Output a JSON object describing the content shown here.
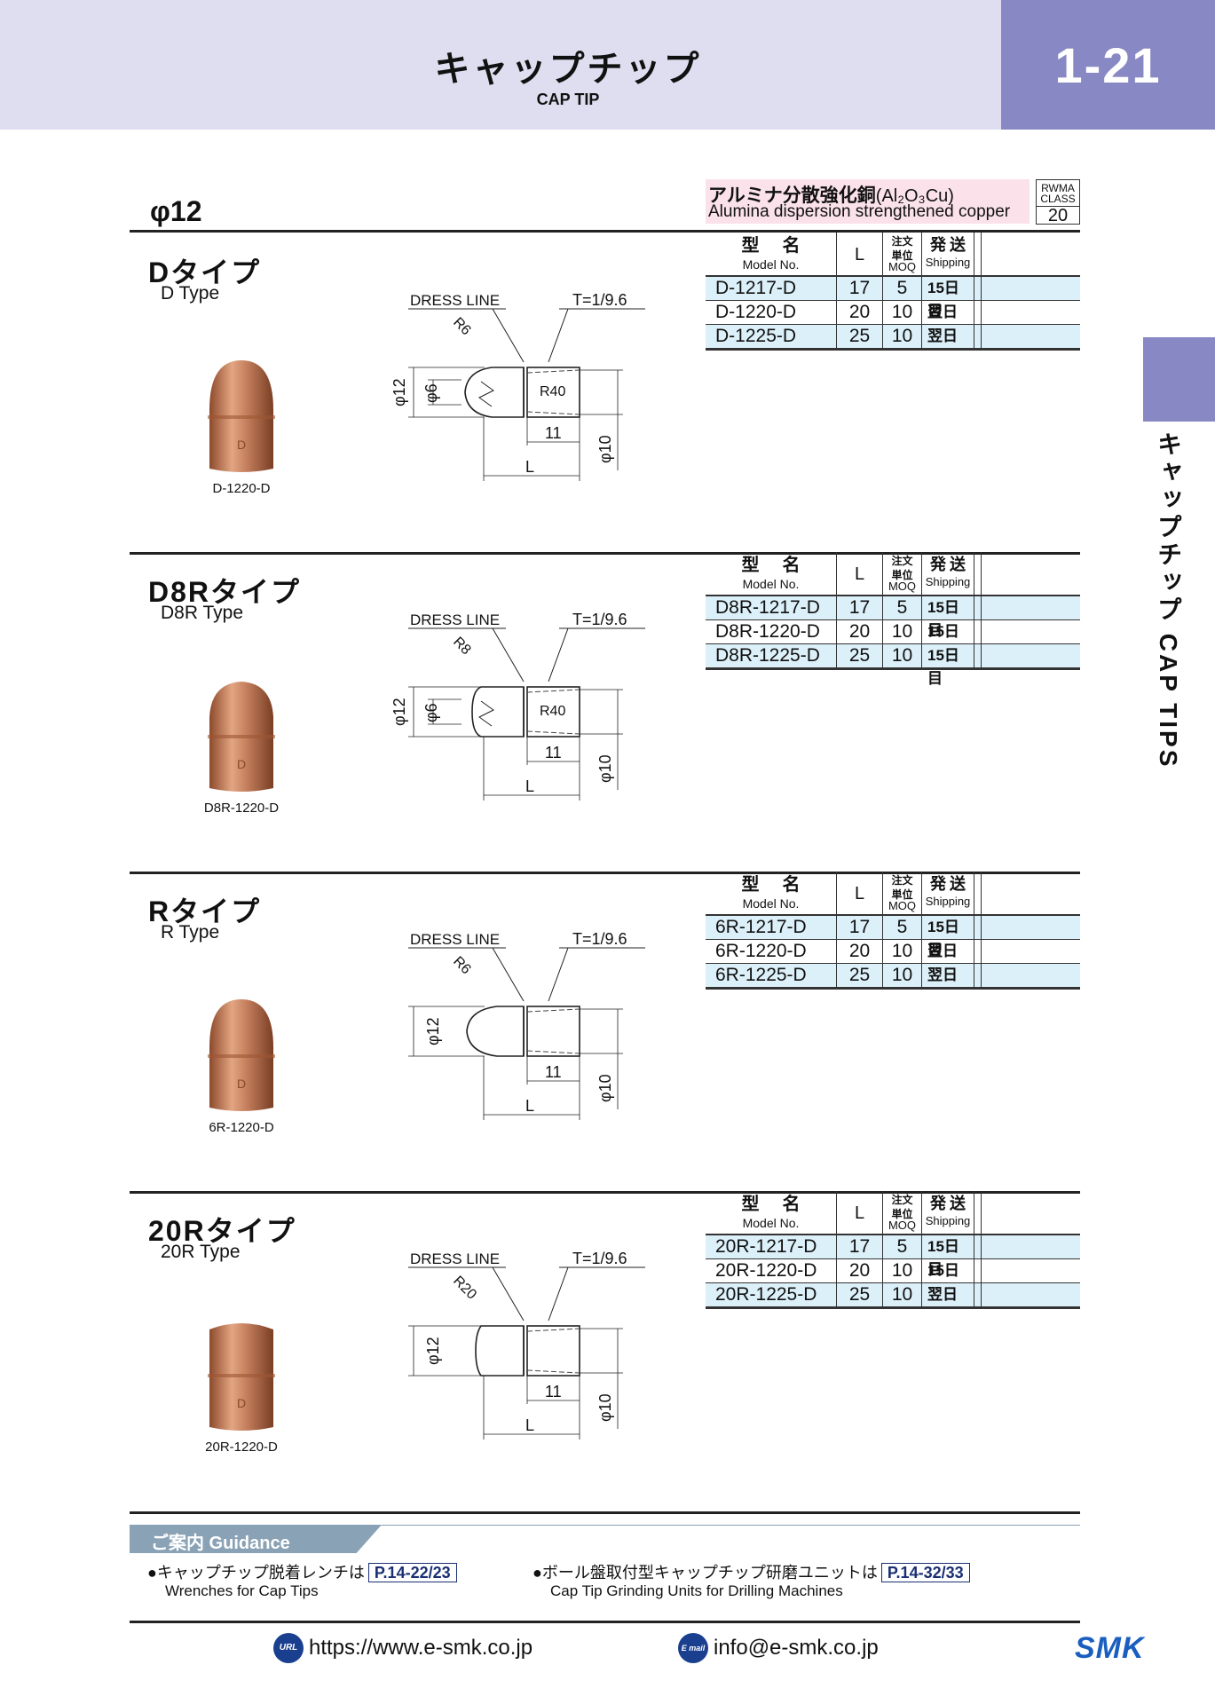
{
  "header": {
    "title_jp": "キャップチップ",
    "title_en": "CAP TIP",
    "page_number": "1-21"
  },
  "side_tab": {
    "label": "キャップチップ CAP TIPS"
  },
  "material": {
    "name_jp_prefix": "アルミナ分散強化銅",
    "formula": "(Al₂O₃Cu)",
    "name_en": "Alumina dispersion strengthened copper",
    "rwma_label_1": "RWMA",
    "rwma_label_2": "CLASS",
    "rwma_class": "20"
  },
  "diameter_heading": "φ12",
  "table_header": {
    "model_jp": "型名",
    "model_en": "Model No.",
    "l": "L",
    "moq_jp_1": "注文",
    "moq_jp_2": "単位",
    "moq_en": "MOQ",
    "ship_jp": "発送",
    "ship_en": "Shipping"
  },
  "drawing_labels": {
    "dress_line": "DRESS LINE",
    "taper": "T=1/9.6",
    "r40": "R40",
    "phi12": "φ12",
    "phi6": "φ6",
    "phi10": "φ10",
    "dim11": "11",
    "dimL": "L"
  },
  "sections": [
    {
      "title_jp": "Dタイプ",
      "title_en": "D Type",
      "photo_label": "D-1220-D",
      "radius": "R6",
      "rows": [
        {
          "model": "D-1217-D",
          "l": "17",
          "moq": "5",
          "ship": "15日目"
        },
        {
          "model": "D-1220-D",
          "l": "20",
          "moq": "10",
          "ship": "翌日"
        },
        {
          "model": "D-1225-D",
          "l": "25",
          "moq": "10",
          "ship": "翌日"
        }
      ]
    },
    {
      "title_jp": "D8Rタイプ",
      "title_en": "D8R Type",
      "photo_label": "D8R-1220-D",
      "radius": "R8",
      "rows": [
        {
          "model": "D8R-1217-D",
          "l": "17",
          "moq": "5",
          "ship": "15日目"
        },
        {
          "model": "D8R-1220-D",
          "l": "20",
          "moq": "10",
          "ship": "15日目"
        },
        {
          "model": "D8R-1225-D",
          "l": "25",
          "moq": "10",
          "ship": "15日目"
        }
      ]
    },
    {
      "title_jp": "Rタイプ",
      "title_en": "R Type",
      "photo_label": "6R-1220-D",
      "radius": "R6",
      "rows": [
        {
          "model": "6R-1217-D",
          "l": "17",
          "moq": "5",
          "ship": "15日目"
        },
        {
          "model": "6R-1220-D",
          "l": "20",
          "moq": "10",
          "ship": "翌日"
        },
        {
          "model": "6R-1225-D",
          "l": "25",
          "moq": "10",
          "ship": "翌日"
        }
      ]
    },
    {
      "title_jp": "20Rタイプ",
      "title_en": "20R Type",
      "photo_label": "20R-1220-D",
      "radius": "R20",
      "rows": [
        {
          "model": "20R-1217-D",
          "l": "17",
          "moq": "5",
          "ship": "15日目"
        },
        {
          "model": "20R-1220-D",
          "l": "20",
          "moq": "10",
          "ship": "15日目"
        },
        {
          "model": "20R-1225-D",
          "l": "25",
          "moq": "10",
          "ship": "翌日"
        }
      ]
    }
  ],
  "guidance": {
    "label": "ご案内 Guidance",
    "items": [
      {
        "text_jp": "●キャップチップ脱着レンチは",
        "page_ref": "P.14-22/23",
        "text_en": "Wrenches for Cap Tips"
      },
      {
        "text_jp": "●ボール盤取付型キャップチップ研磨ユニットは",
        "page_ref": "P.14-32/33",
        "text_en": "Cap Tip Grinding Units for Drilling Machines"
      }
    ]
  },
  "footer": {
    "url_icon": "URL",
    "url": "https://www.e-smk.co.jp",
    "mail_icon": "E mail",
    "email": "info@e-smk.co.jp",
    "logo": "SMK"
  },
  "colors": {
    "header_bg": "#dedef0",
    "accent": "#8888c4",
    "material_bg": "#fbe2ea",
    "row_alt": "#dcf0f9",
    "copper": "#c47a52"
  }
}
